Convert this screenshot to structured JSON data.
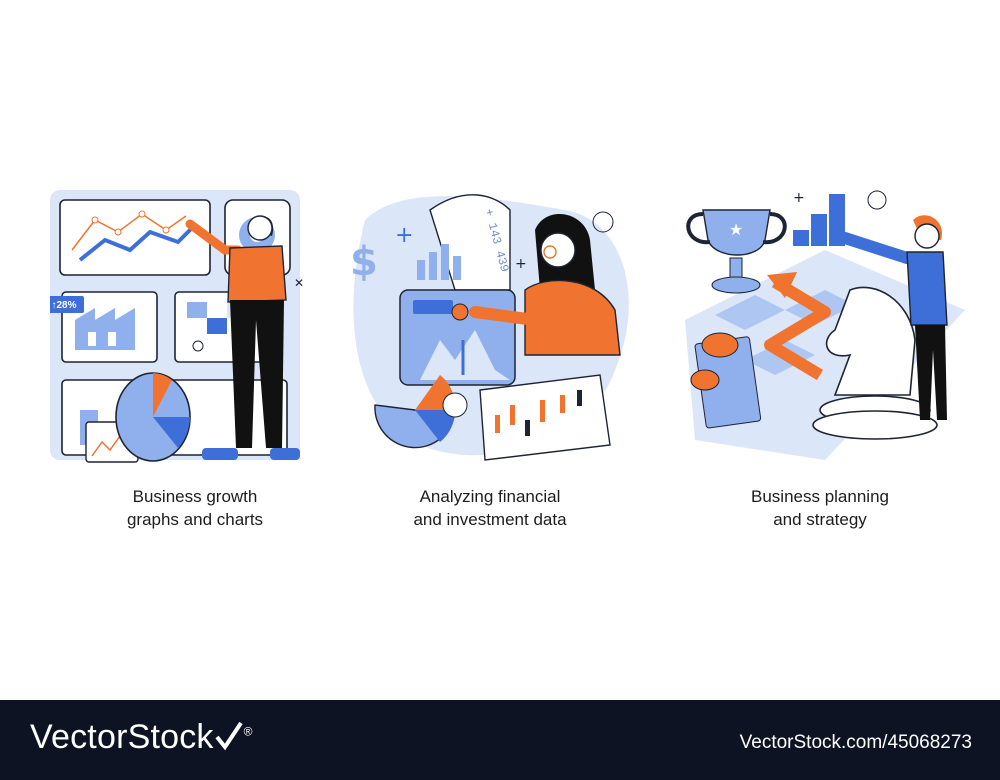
{
  "illustrations": [
    {
      "caption_line1": "Business growth",
      "caption_line2": "graphs and charts",
      "badge_text": "↑28%"
    },
    {
      "caption_line1": "Analyzing financial",
      "caption_line2": "and investment data",
      "receipt_text": "+ 143 439",
      "currency_icon": "dollar-icon"
    },
    {
      "caption_line1": "Business planning",
      "caption_line2": "and strategy",
      "trophy_icon": "trophy-icon",
      "chess_icon": "chess-knight-icon"
    }
  ],
  "footer": {
    "brand": "VectorStock",
    "brand_symbol": "®",
    "stock_id": "VectorStock.com/45068273"
  },
  "colors": {
    "accent_blue": "#3e6fd8",
    "light_blue": "#dce6f9",
    "mid_blue": "#8fb0ec",
    "accent_orange": "#f0742f",
    "footer_bg": "#0d1322",
    "outline": "#1d2433"
  }
}
